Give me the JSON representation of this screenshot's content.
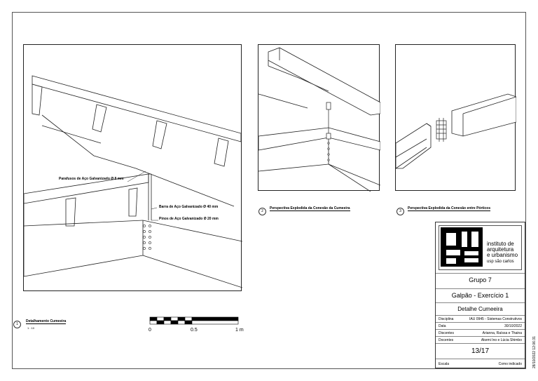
{
  "view1": {
    "number": "1",
    "title": "Detalhamento Cumeeira",
    "scale": "1 : 10",
    "labels": {
      "screws": "Parafusos de Aço Galvanizado Ø 8 mm",
      "bar": "Barra de Aço Galvanizado Ø 40 mm",
      "pins": "Pinos de Aço Galvanizado Ø 20 mm"
    }
  },
  "view2": {
    "number": "2",
    "title": "Perspectiva Explodida da Conexão da Cumeeira"
  },
  "view3": {
    "number": "3",
    "title": "Perspectiva Explodida da Conexão entre Pórticos"
  },
  "scale_bar": {
    "labels": [
      "0",
      "0.5",
      "1 m"
    ]
  },
  "title_block": {
    "logo_lines": [
      "instituto de",
      "arquitetura",
      "e urbanismo",
      "usp são carlos"
    ],
    "group": "Grupo 7",
    "project": "Galpão - Exercício 1",
    "sheet_title": "Detalhe Cumeeira",
    "rows": [
      {
        "key": "Disciplina",
        "value": "IAU 0945 - Sistemas Construtivos"
      },
      {
        "key": "Data",
        "value": "30/10/2022"
      },
      {
        "key": "Discentes",
        "value": "Arianna, Raíssa e Thaina"
      },
      {
        "key": "Docentes",
        "value": "Akemi Ino e Lúcia Shimbo"
      }
    ],
    "sheet_number": "13/17",
    "scale_key": "Escala",
    "scale_value": "Como indicado"
  },
  "timestamp": "28/10/2022 12:06:31"
}
